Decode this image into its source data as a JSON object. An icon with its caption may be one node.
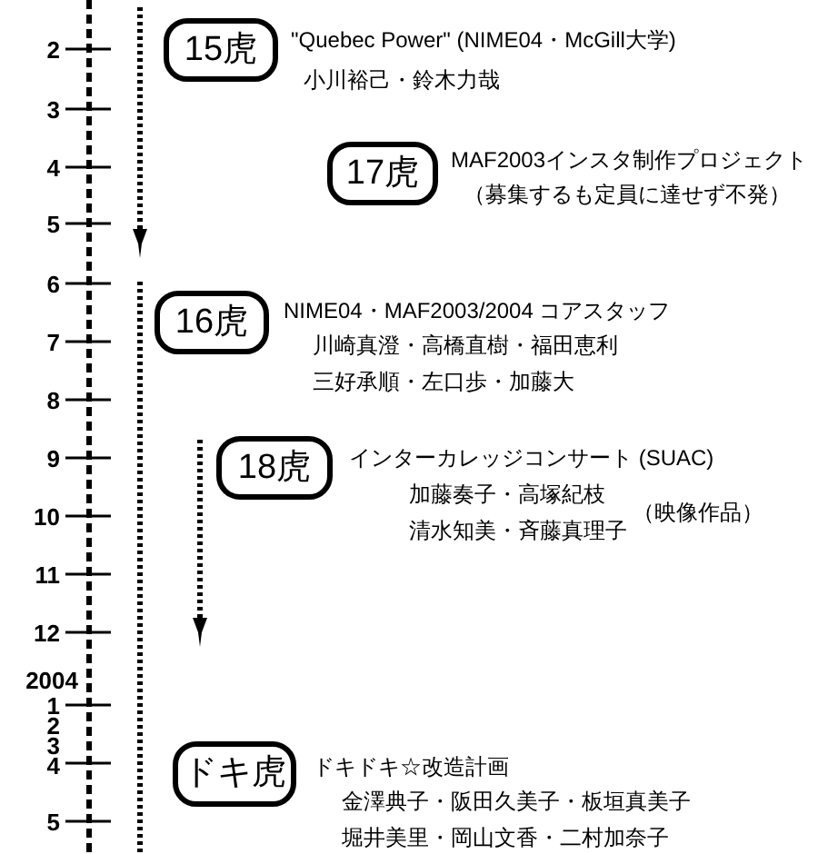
{
  "diagram": {
    "nodes": [
      {
        "text": [
          "15虎"
        ],
        "beside": [
          "\"Quebec Power\" (NIME04・McGill大学)",
          "小川裕己・鈴木力哉"
        ]
      },
      {
        "text": [
          "17虎"
        ],
        "beside": [
          "MAF2003インスタ制作プロジェクト",
          "（募集するも定員に達せず不発）"
        ]
      },
      {
        "text": [
          "16虎"
        ],
        "beside": [
          "NIME04・MAF2003/2004 コアスタッフ",
          "川崎真澄・高橋直樹・福田恵利",
          "三好承順・左口歩・加藤大"
        ]
      },
      {
        "text": [
          "18虎"
        ],
        "beside": [
          "インターカレッジコンサート (SUAC)",
          "加藤奏子・高塚紀枝",
          "清水知美・斉藤真理子",
          "（映像作品）"
        ]
      },
      {
        "text": [
          "ドキ虎"
        ],
        "beside": [
          "ドキドキ☆改造計画",
          "金澤典子・阪田久美子・板垣真美子",
          "堀井美里・岡山文香・二村加奈子"
        ]
      }
    ],
    "labels": [
      "2",
      "3",
      "4",
      "5",
      "6",
      "7",
      "8",
      "9",
      "10",
      "11",
      "12",
      "2004",
      "1",
      "2",
      "3",
      "4",
      "5"
    ]
  }
}
